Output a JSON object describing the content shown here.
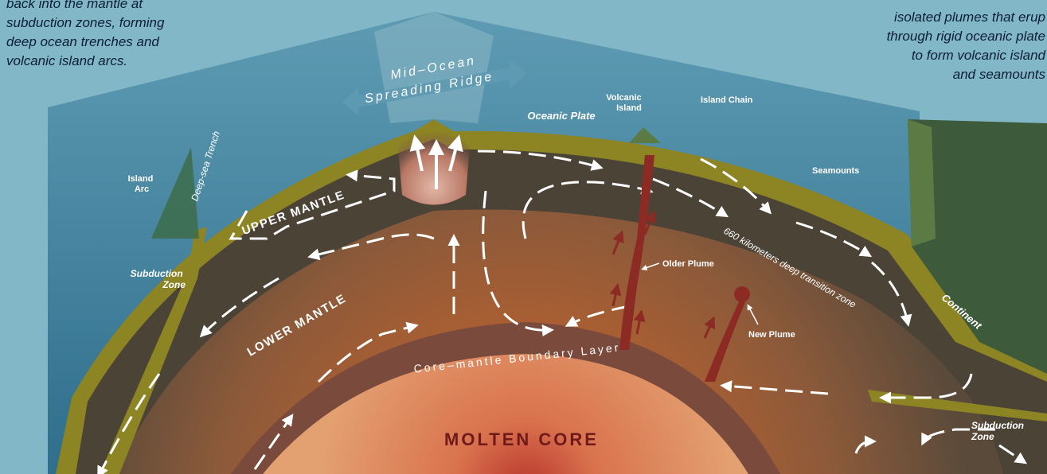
{
  "captions": {
    "left": [
      "back into the mantle at",
      "subduction zones, forming",
      "deep ocean trenches and",
      "volcanic island arcs."
    ],
    "right": [
      "isolated plumes that erup",
      "through rigid oceanic plate",
      "to form volcanic island",
      "and seamounts"
    ]
  },
  "labels": {
    "mid_ocean_line1": "Mid–Ocean",
    "mid_ocean_line2": "Spreading Ridge",
    "volcanic_island_line1": "Volcanic",
    "volcanic_island_line2": "Island",
    "island_chain": "Island Chain",
    "oceanic_plate": "Oceanic Plate",
    "seamounts": "Seamounts",
    "island_arc_line1": "Island",
    "island_arc_line2": "Arc",
    "deep_sea_trench": "Deep-sea Trench",
    "subduction_zone_left_line1": "Subduction",
    "subduction_zone_left_line2": "Zone",
    "subduction_zone_right_line1": "Subduction",
    "subduction_zone_right_line2": "Zone",
    "upper_mantle": "UPPER MANTLE",
    "lower_mantle": "LOWER MANTLE",
    "older_plume": "Older Plume",
    "new_plume": "New Plume",
    "transition_zone": "660 kilometers deep transition zone",
    "continent": "Continent",
    "core_mantle_boundary": "Core–mantle Boundary Layer",
    "molten_core": "MOLTEN CORE"
  },
  "colors": {
    "ocean": "#3f7f9b",
    "sky": "#7fb5c6",
    "crust": "#8d8424",
    "upper_mantle": "#4b4236",
    "lower_mantle": "#8a5a3a",
    "core": "#c9553a",
    "plume": "#8c2a24",
    "arrow": "#ffffff",
    "core_text": "#6e1a1c"
  }
}
